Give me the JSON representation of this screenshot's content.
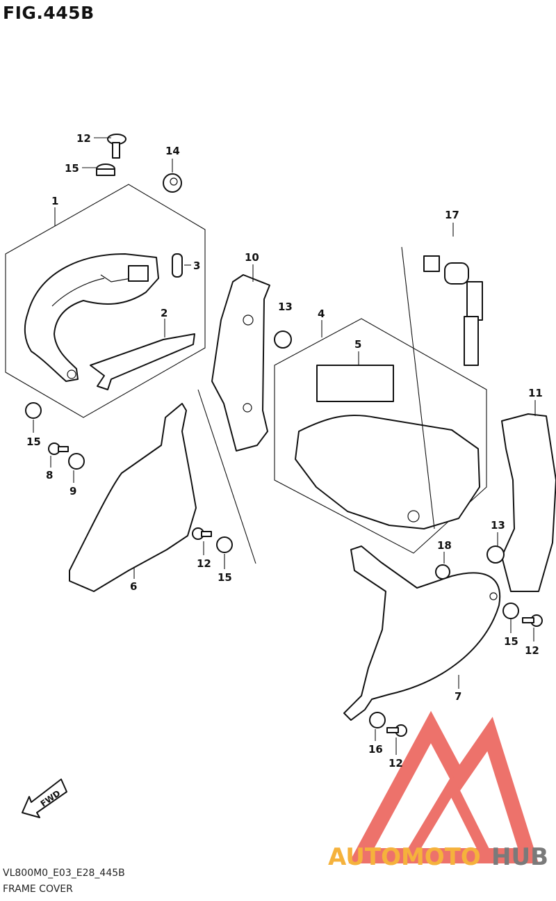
{
  "figure": {
    "title": "FIG.445B",
    "model_code": "VL800M0_E03_E28_445B",
    "caption": "FRAME COVER",
    "fwd_label": "FWD"
  },
  "callouts": [
    "12",
    "15",
    "14",
    "1",
    "3",
    "2",
    "15",
    "8",
    "9",
    "10",
    "13",
    "4",
    "5",
    "17",
    "11",
    "6",
    "12",
    "15",
    "13",
    "18",
    "7",
    "15",
    "12",
    "16",
    "12"
  ],
  "watermark": {
    "text_left": "AUTOMOTO",
    "text_right": "HUB",
    "color_left": "#f5b23c",
    "color_right": "#7a7a7a",
    "mark_color": "#e8433a"
  }
}
